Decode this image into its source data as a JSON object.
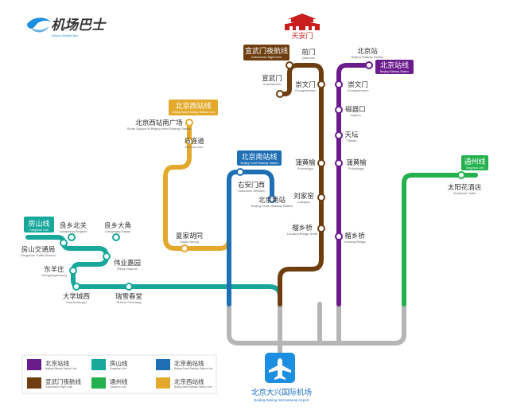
{
  "logo": {
    "name": "机场巴士",
    "subtitle": "Airport Shuttle Bus"
  },
  "landmark": {
    "label": "天安门"
  },
  "colors": {
    "beijing_station": "#6a1b8c",
    "fangshan": "#17a79b",
    "beijing_south": "#1f6fb4",
    "xuanwumen": "#6e3e10",
    "tongzhou": "#22b14c",
    "beijing_west": "#e3a92c",
    "trunk": "#b5b5b5",
    "airport": "#1c8fe0"
  },
  "line_tags": {
    "xuanwumen": {
      "cn": "宣武门夜航线",
      "en": "Xuanwumen Night route"
    },
    "beijing_station": {
      "cn": "北京站线",
      "en": "Beijing Railway Station"
    },
    "beijing_west": {
      "cn": "北京西站线",
      "en": "Beijing West Railway Station Line"
    },
    "beijing_south": {
      "cn": "北京南站线",
      "en": "Beijing South Railway Station"
    },
    "fangshan": {
      "cn": "房山线",
      "en": "Fangshan Line"
    },
    "tongzhou": {
      "cn": "通州线",
      "en": "Tongzhou Line"
    }
  },
  "stations": {
    "qianmen": {
      "cn": "前门",
      "en": "Qianmen"
    },
    "xuanwumen": {
      "cn": "宣武门",
      "en": "Xuanwumen"
    },
    "chongwenmen_b": {
      "cn": "崇文门",
      "en": "Chongwenmen"
    },
    "puhuangyu_b": {
      "cn": "蒲黄榆",
      "en": "Puhuangyu"
    },
    "liujiayao": {
      "cn": "刘家窑",
      "en": "Liujiayao"
    },
    "liuxiangqiao_b": {
      "cn": "榴乡桥",
      "en": "Liuxiang Bridge North"
    },
    "beijingzhan": {
      "cn": "北京站",
      "en": "Beijing Railway Station"
    },
    "chongwenmen_p": {
      "cn": "崇文门",
      "en": "Chongwenmen"
    },
    "ciqikou": {
      "cn": "磁器口",
      "en": "Ciqikou"
    },
    "tiantan": {
      "cn": "天坛",
      "en": "Tiantan"
    },
    "puhuangyu_p": {
      "cn": "蒲黄榆",
      "en": "Puhuangyu"
    },
    "liuxiangqiao_p": {
      "cn": "榴乡桥",
      "en": "Liuxiang Bridge"
    },
    "bjw_south_square": {
      "cn": "北京西站南广场",
      "en": "South Square of Beijing West Railway Station"
    },
    "malianwa": {
      "cn": "马连道",
      "en": "Ma Lian Dao"
    },
    "xiajia": {
      "cn": "夏家胡同",
      "en": "Xiajia Hutong"
    },
    "youanmen": {
      "cn": "右安门西",
      "en": "Youanmen Western"
    },
    "bj_south": {
      "cn": "北京南站",
      "en": "Beijing South Railway Station"
    },
    "liangxiang_bg": {
      "cn": "良乡北关",
      "en": "Liangxiang Beiguan"
    },
    "liangxiang_dj": {
      "cn": "良乡大角",
      "en": "Liangxiang Dajiao"
    },
    "fangshan_traffic": {
      "cn": "房山交通局",
      "en": "Fangshan Traffic Bureau"
    },
    "weiye": {
      "cn": "伟业嘉园",
      "en": "Weiye Jiayuan"
    },
    "dongyang": {
      "cn": "东羊庄",
      "en": "Dongyangzhuang"
    },
    "daxue": {
      "cn": "大学城西",
      "en": "Daxuechengxi"
    },
    "ruixue": {
      "cn": "瑞雪春堂",
      "en": "Ruixue Chuntang"
    },
    "taiyanghua": {
      "cn": "太阳花酒店",
      "en": "Sunflower Hotel"
    }
  },
  "airport": {
    "cn": "北京大兴国际机场",
    "en": "Beijing Daxing International Airport"
  },
  "legend": [
    {
      "cn": "北京站线",
      "en": "Beijing Railway Station Line",
      "color": "#6a1b8c"
    },
    {
      "cn": "房山线",
      "en": "Fangshan Line",
      "color": "#17a79b"
    },
    {
      "cn": "北京南站线",
      "en": "Beijing South Railway Station Line",
      "color": "#1f6fb4"
    },
    {
      "cn": "宣武门夜航线",
      "en": "Xuanwumen Night route",
      "color": "#6e3e10"
    },
    {
      "cn": "通州线",
      "en": "Tongzhou Line",
      "color": "#22b14c"
    },
    {
      "cn": "北京西站线",
      "en": "Beijing West Railway Station Line",
      "color": "#e3a92c"
    }
  ]
}
